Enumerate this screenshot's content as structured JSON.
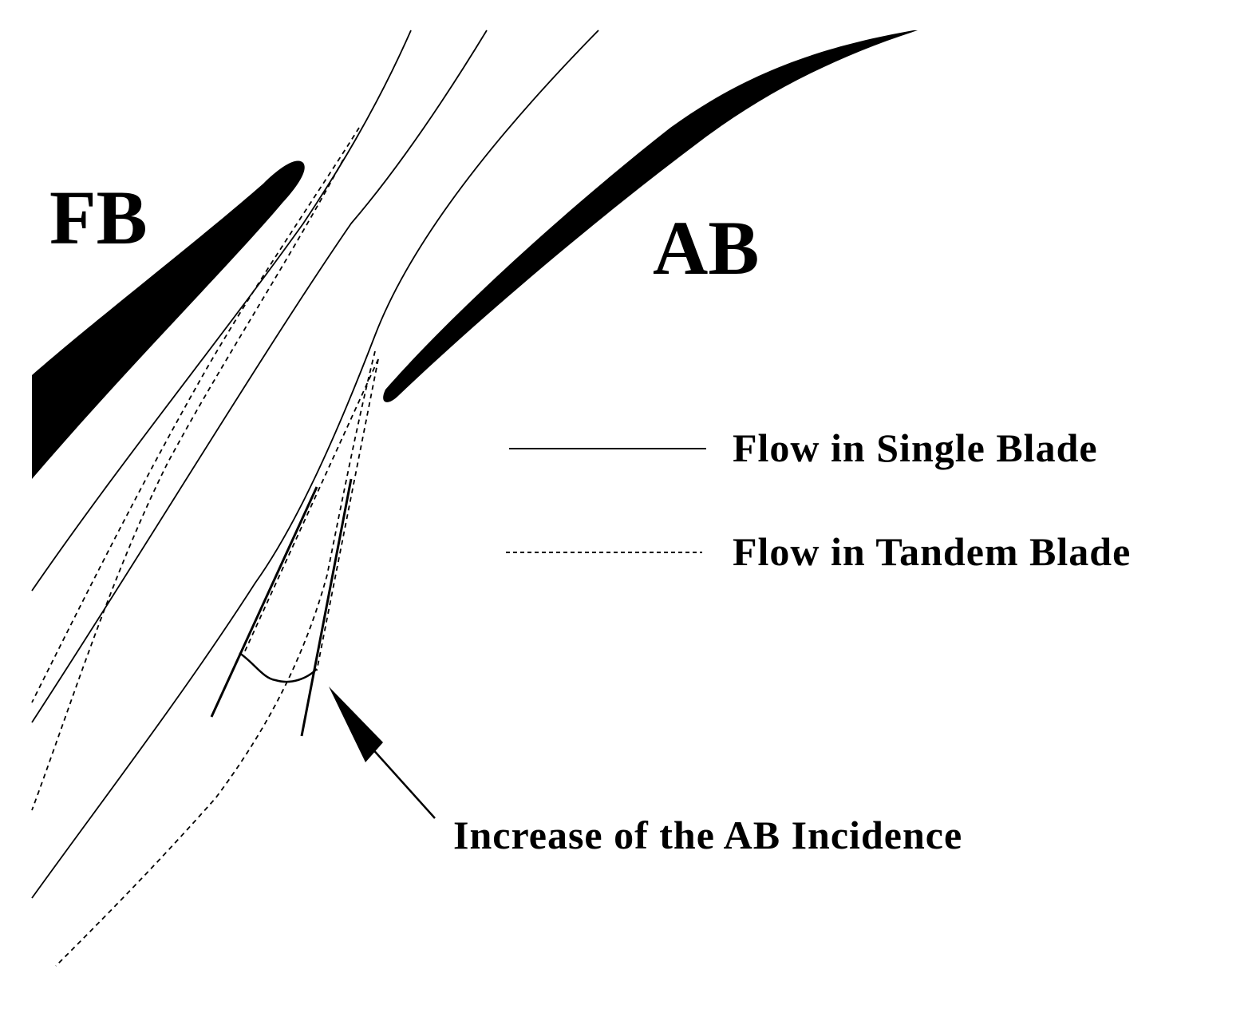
{
  "labels": {
    "front_blade": "FB",
    "aft_blade": "AB"
  },
  "legend": {
    "solid_label": "Flow in Single Blade",
    "dashed_label": "Flow in Tandem Blade"
  },
  "annotation": {
    "text": "Increase of the AB Incidence"
  }
}
